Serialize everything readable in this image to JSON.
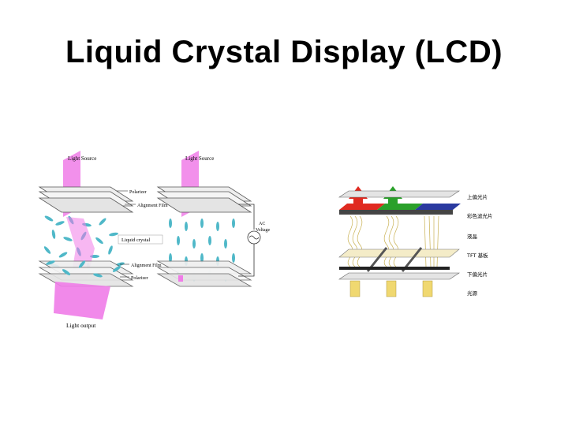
{
  "slide": {
    "title": "Liquid Crystal Display (LCD)"
  },
  "left_diagram": {
    "labels": {
      "light_source_left": "Light Source",
      "light_source_right": "Light Source",
      "polarizer_top": "Polarizer",
      "alignment_film_top": "Alignment Film",
      "liquid_crystal": "Liquid crystal",
      "alignment_film_bottom": "Alignment Film",
      "polarizer_bottom": "Polarizer",
      "ac_voltage": "AC Voltage",
      "light_output": "Light output"
    },
    "colors": {
      "light_beam": "#f07ce8",
      "crystal": "#4fb8c8",
      "plate": "#e8e8e8"
    }
  },
  "right_diagram": {
    "labels": [
      "上偏光片",
      "彩色滤光片",
      "液晶",
      "TFT 基板",
      "下偏光片",
      "光源"
    ],
    "colors": {
      "red": "#e02a20",
      "green": "#2aa02a",
      "blue": "#2a3aa0",
      "backlight": "#f0d870"
    }
  }
}
